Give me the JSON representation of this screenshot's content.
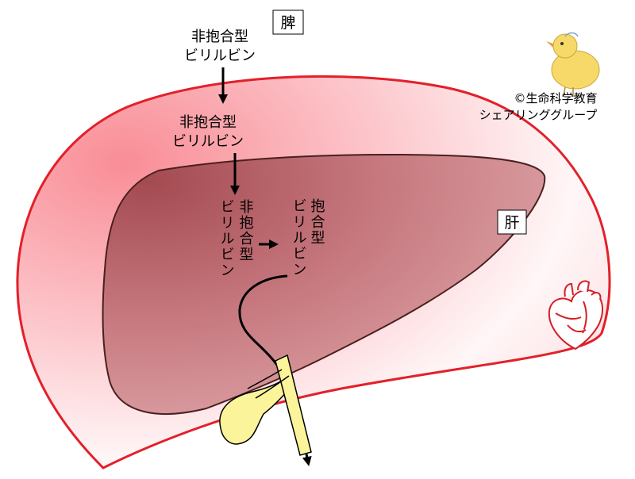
{
  "labels": {
    "spleen": "脾",
    "liver": "肝"
  },
  "step1": {
    "line1": "非抱合型",
    "line2": "ビリルビン"
  },
  "step2": {
    "line1": "非抱合型",
    "line2": "ビリルビン"
  },
  "step3_vertical": {
    "col1": "非抱合型",
    "col2": "ビリルビン"
  },
  "step4_vertical": {
    "col1": "抱合型",
    "col2": "ビリルビン"
  },
  "credit": {
    "line1": "©生命科学教育",
    "line2": "シェアリンググループ"
  },
  "colors": {
    "body_fill": "#fbd3d6",
    "body_stroke": "#e3202a",
    "liver_fill": "#c06d73",
    "liver_stroke": "#4a2020",
    "bile_fill": "#fbf49a",
    "arrow": "#000000"
  },
  "icons": {
    "chick": "chick-icon",
    "heart": "heart-icon"
  }
}
